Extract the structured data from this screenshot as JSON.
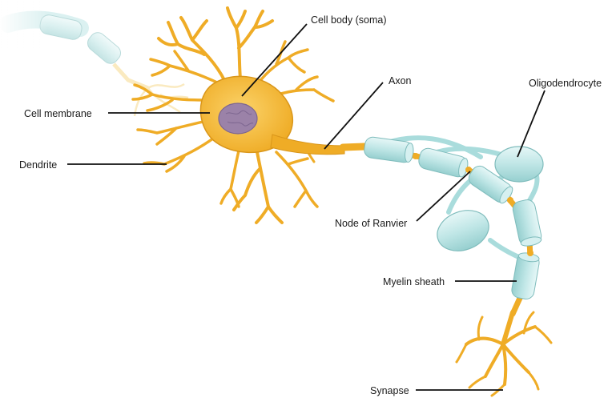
{
  "labels": {
    "cell_body": "Cell body (soma)",
    "axon": "Axon",
    "oligodendrocyte": "Oligodendrocyte",
    "cell_membrane": "Cell membrane",
    "dendrite": "Dendrite",
    "node_of_ranvier": "Node of Ranvier",
    "myelin_sheath": "Myelin sheath",
    "synapse": "Synapse"
  },
  "colors": {
    "neuron_fill": "#f3b83a",
    "neuron_stroke": "#c98a14",
    "nucleus": "#9b82a8",
    "myelin_fill": "#bfe6e6",
    "myelin_stroke": "#7fbcbc",
    "leader_line": "#111111"
  }
}
